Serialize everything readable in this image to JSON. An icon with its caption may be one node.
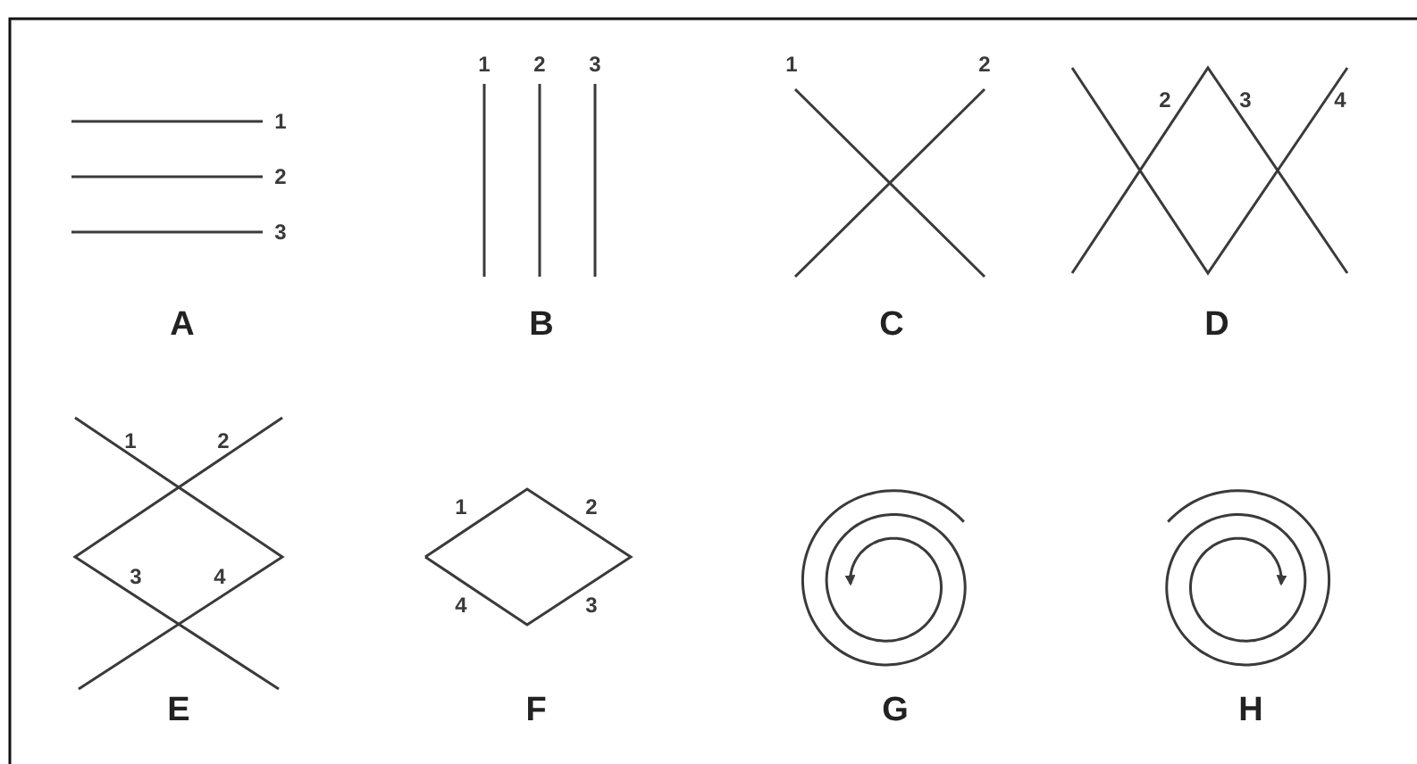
{
  "diagram": {
    "labels": [
      "1",
      "2",
      "3",
      "A",
      "1",
      "2",
      "3",
      "B",
      "1",
      "2",
      "C",
      "2",
      "3",
      "4",
      "D",
      "1",
      "2",
      "3",
      "4",
      "E",
      "1",
      "2",
      "4",
      "3",
      "F",
      "G",
      "H"
    ]
  }
}
